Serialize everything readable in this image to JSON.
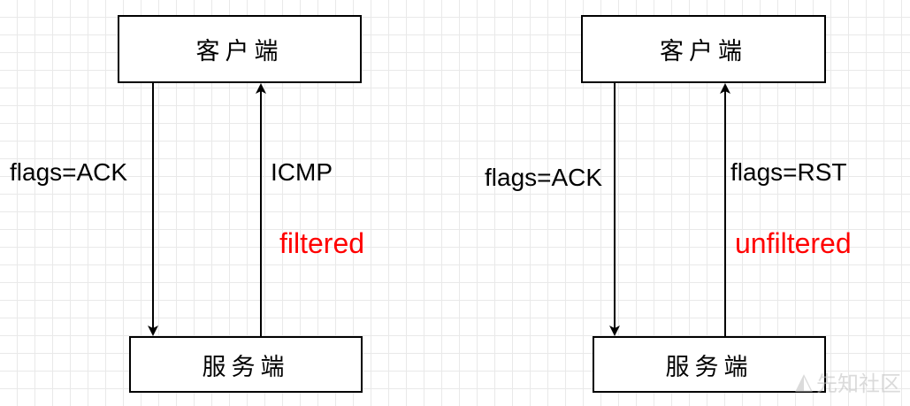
{
  "left_panel": {
    "client_label": "客户端",
    "server_label": "服务端",
    "request_label": "flags=ACK",
    "response_label": "ICMP",
    "status_label": "filtered"
  },
  "right_panel": {
    "client_label": "客户端",
    "server_label": "服务端",
    "request_label": "flags=ACK",
    "response_label": "flags=RST",
    "status_label": "unfiltered"
  },
  "watermark": {
    "text": "先知社区"
  },
  "colors": {
    "status": "#ff0000",
    "stroke": "#000000",
    "grid": "#e9e9e9"
  }
}
